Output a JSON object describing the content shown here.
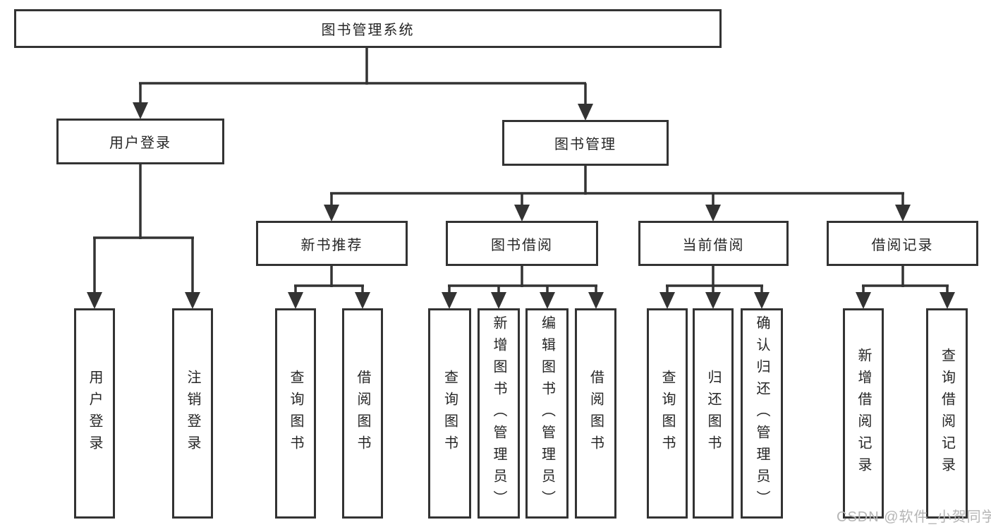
{
  "diagram": {
    "root": {
      "label": "图书管理系统"
    },
    "branches": [
      {
        "label": "用户登录",
        "children": [
          {
            "label": "用户登录"
          },
          {
            "label": "注销登录"
          }
        ]
      },
      {
        "label": "图书管理",
        "children": [
          {
            "label": "新书推荐",
            "children": [
              {
                "label": "查询图书"
              },
              {
                "label": "借阅图书"
              }
            ]
          },
          {
            "label": "图书借阅",
            "children": [
              {
                "label": "查询图书"
              },
              {
                "label": "新增图书（管理员）"
              },
              {
                "label": "编辑图书（管理员）"
              },
              {
                "label": "借阅图书"
              }
            ]
          },
          {
            "label": "当前借阅",
            "children": [
              {
                "label": "查询图书"
              },
              {
                "label": "归还图书"
              },
              {
                "label": "确认归还（管理员）"
              }
            ]
          },
          {
            "label": "借阅记录",
            "children": [
              {
                "label": "新增借阅记录"
              },
              {
                "label": "查询借阅记录"
              }
            ]
          }
        ]
      }
    ]
  },
  "watermark": {
    "text": "CSDN @软件_小贺同学"
  },
  "colors": {
    "line": "#333333",
    "node_border": "#333333",
    "text": "#262626",
    "watermark": "#b5b5b5",
    "background": "#ffffff"
  }
}
